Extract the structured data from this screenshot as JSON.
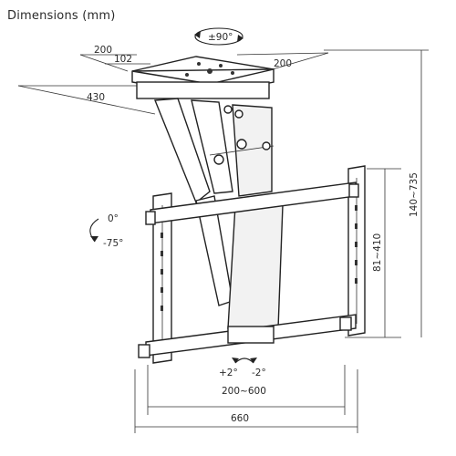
{
  "title": "Dimensions (mm)",
  "labels": {
    "swivel": "±90°",
    "plate_depth_total": "200",
    "plate_depth_holes": "102",
    "plate_width": "200",
    "drop_depth": "430",
    "tilt_top": "0°",
    "tilt_bottom": "-75°",
    "level_plus": "+2°",
    "level_minus": "-2°",
    "vesa_range": "200~600",
    "frame_width": "660",
    "height_adjust": "81~410",
    "total_height": "140~735"
  },
  "icons": {
    "swivel": "rotate-arrow-icon",
    "tilt": "tilt-arrow-icon",
    "level": "level-arrow-icon"
  }
}
